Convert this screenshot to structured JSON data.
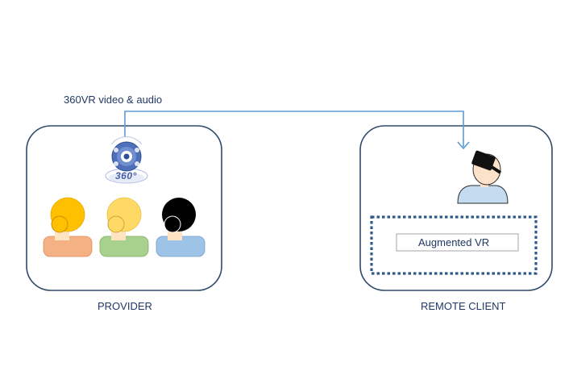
{
  "link": {
    "label": "360VR video & audio"
  },
  "provider": {
    "label": "PROVIDER",
    "camera_badge": "360°",
    "people": [
      {
        "name": "person-1",
        "head_color": "#ffc000",
        "body_color": "#f4b183"
      },
      {
        "name": "person-2",
        "head_color": "#ffd966",
        "body_color": "#a9d18e"
      },
      {
        "name": "person-3",
        "head_color": "#000000",
        "body_color": "#9dc3e6"
      }
    ]
  },
  "remote_client": {
    "label": "REMOTE CLIENT",
    "display_label": "Augmented VR"
  },
  "colors": {
    "box_border": "#2e4a6b",
    "arrow": "#5b9bd5",
    "dotted_border": "#2e5b8a",
    "text": "#1f3864"
  }
}
